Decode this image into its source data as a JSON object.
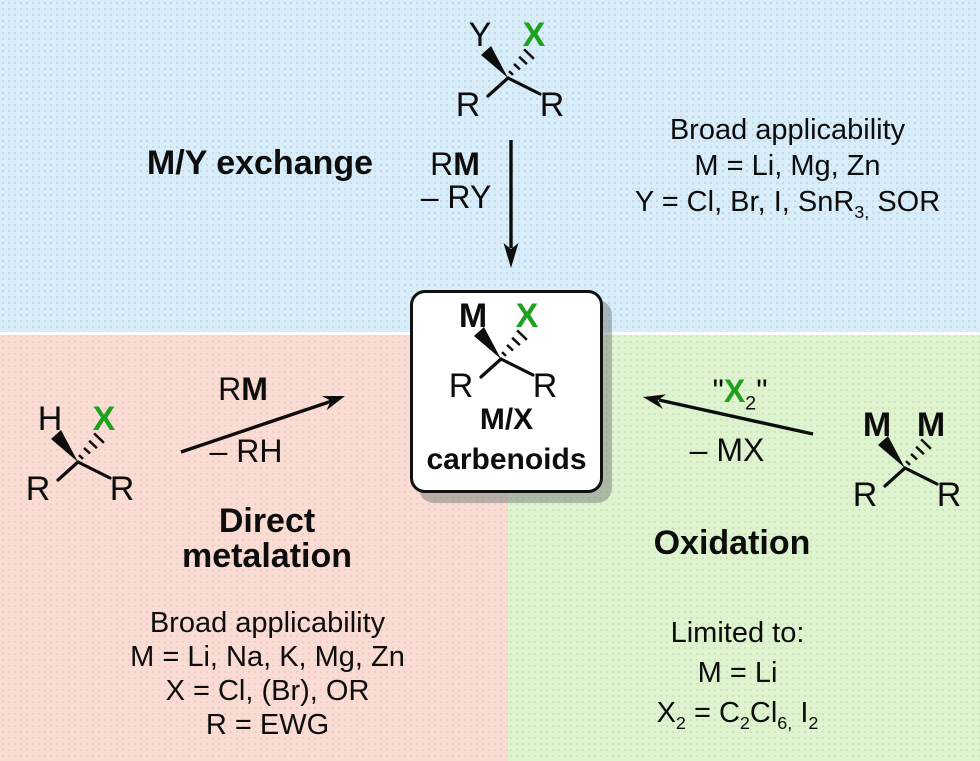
{
  "colors": {
    "exchange_bg": "#d9edf9",
    "metalation_bg": "#f9ddd4",
    "oxidation_bg": "#def3cf",
    "box_bg": "#ffffff",
    "accent_green": "#1ea11e",
    "text": "#0d0d0d"
  },
  "top_section": {
    "name_label": "M/Y exchange",
    "reagent_rich": [
      {
        "t": "R"
      },
      {
        "t": "M",
        "cls": "b"
      }
    ],
    "byproduct": "– RY",
    "structure": {
      "top_left": "Y",
      "top_right": "X",
      "bottom_left": "R",
      "bottom_right": "R"
    },
    "note": {
      "line1": "Broad applicability",
      "line2": "M = Li, Mg, Zn",
      "line3_rich": [
        {
          "t": "Y = Cl, Br, I, SnR"
        },
        {
          "t": "3,",
          "sub": true
        },
        {
          "t": " SOR"
        }
      ]
    }
  },
  "center_box": {
    "structure": {
      "top_left": "M",
      "top_right": "X",
      "bottom_left": "R",
      "bottom_right": "R"
    },
    "caption_line1": "M/X",
    "caption_line2": "carbenoids"
  },
  "left_section": {
    "name_line1": "Direct",
    "name_line2": "metalation",
    "reagent_rich": [
      {
        "t": "R"
      },
      {
        "t": "M",
        "cls": "b"
      }
    ],
    "byproduct": "– RH",
    "structure": {
      "top_left": "H",
      "top_right": "X",
      "bottom_left": "R",
      "bottom_right": "R"
    },
    "note": {
      "line1": "Broad applicability",
      "line2": "M = Li, Na, K, Mg, Zn",
      "line3": "X = Cl, (Br), OR",
      "line4": "R = EWG"
    }
  },
  "right_section": {
    "name_label": "Oxidation",
    "reagent_rich": [
      {
        "t": "\""
      },
      {
        "t": "X",
        "cls": "gb"
      },
      {
        "t": "2",
        "sub": true
      },
      {
        "t": "\""
      }
    ],
    "byproduct": "– MX",
    "structure": {
      "top_left": "M",
      "top_right": "M",
      "bottom_left": "R",
      "bottom_right": "R"
    },
    "note": {
      "line1": "Limited to:",
      "line2": "M = Li",
      "line3_rich": [
        {
          "t": "X"
        },
        {
          "t": "2",
          "sub": true
        },
        {
          "t": " = C"
        },
        {
          "t": "2",
          "sub": true
        },
        {
          "t": "Cl"
        },
        {
          "t": "6,",
          "sub": true
        },
        {
          "t": " I"
        },
        {
          "t": "2",
          "sub": true
        }
      ]
    }
  }
}
